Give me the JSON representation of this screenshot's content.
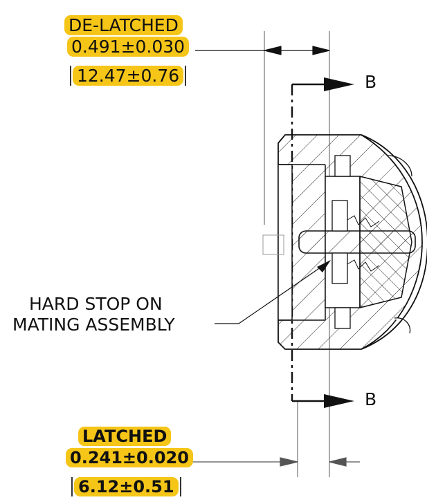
{
  "de_latched": {
    "title": "DE-LATCHED",
    "dimension_in": "0.491±0.030",
    "dimension_mm": "12.47±0.76"
  },
  "latched": {
    "title": "LATCHED",
    "dimension_in": "0.241±0.020",
    "dimension_mm": "6.12±0.51"
  },
  "section_label_top": "B",
  "section_label_bottom": "B",
  "callout": {
    "line1": "HARD STOP ON",
    "line2": "MATING ASSEMBLY"
  },
  "colors": {
    "highlight": "#f5c518",
    "line": "#111111",
    "thin_line": "#555555"
  }
}
